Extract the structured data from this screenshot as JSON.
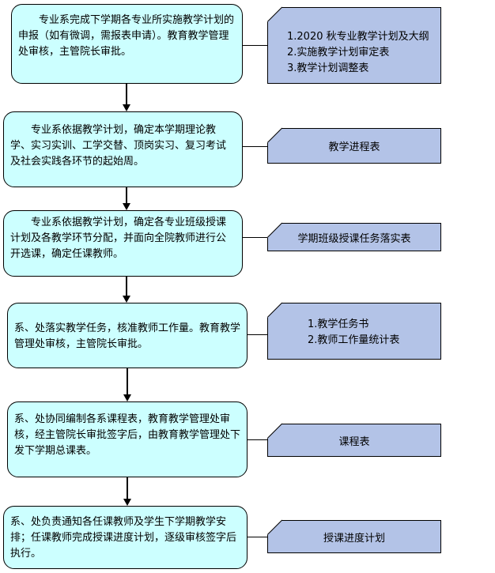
{
  "steps": [
    {
      "text": "　　专业系完成下学期各专业所实施教学计划的申报（如有微调，需报表申请）。教育教学管理处审核，主管院长审批。"
    },
    {
      "text": "　　专业系依据教学计划，确定本学期理论教学、实习实训、工学交替、顶岗实习、复习考试及社会实践各环节的起始周。"
    },
    {
      "text": "　　专业系依据教学计划，确定各专业班级授课计划及各教学环节分配，并面向全院教师进行公开选课，确定任课教师。"
    },
    {
      "text": "系、处落实教学任务，核准教师工作量。教育教学管理处审核，主管院长审批。"
    },
    {
      "text": "系、处协同编制各系课程表，教育教学管理处审核，经主管院长审批签字后，由教育教学管理处下发下学期总课表。"
    },
    {
      "text": "系、处负责通知各任课教师及学生下学期教学安排；任课教师完成授课进度计划，逐级审核签字后执行。"
    }
  ],
  "notes": [
    {
      "items": [
        "1.2020 秋专业教学计划及大纲",
        "2.实施教学计划审定表",
        "3.教学计划调整表"
      ]
    },
    {
      "label": "教学进程表"
    },
    {
      "label": "学期班级授课任务落实表"
    },
    {
      "items": [
        "1.教学任务书",
        "2.教师工作量统计表"
      ]
    },
    {
      "label": "课程表"
    },
    {
      "label": "授课进度计划"
    }
  ],
  "colors": {
    "step_fill": "#ccffff",
    "note_fill": "#b3c3e7",
    "line": "#000000"
  }
}
